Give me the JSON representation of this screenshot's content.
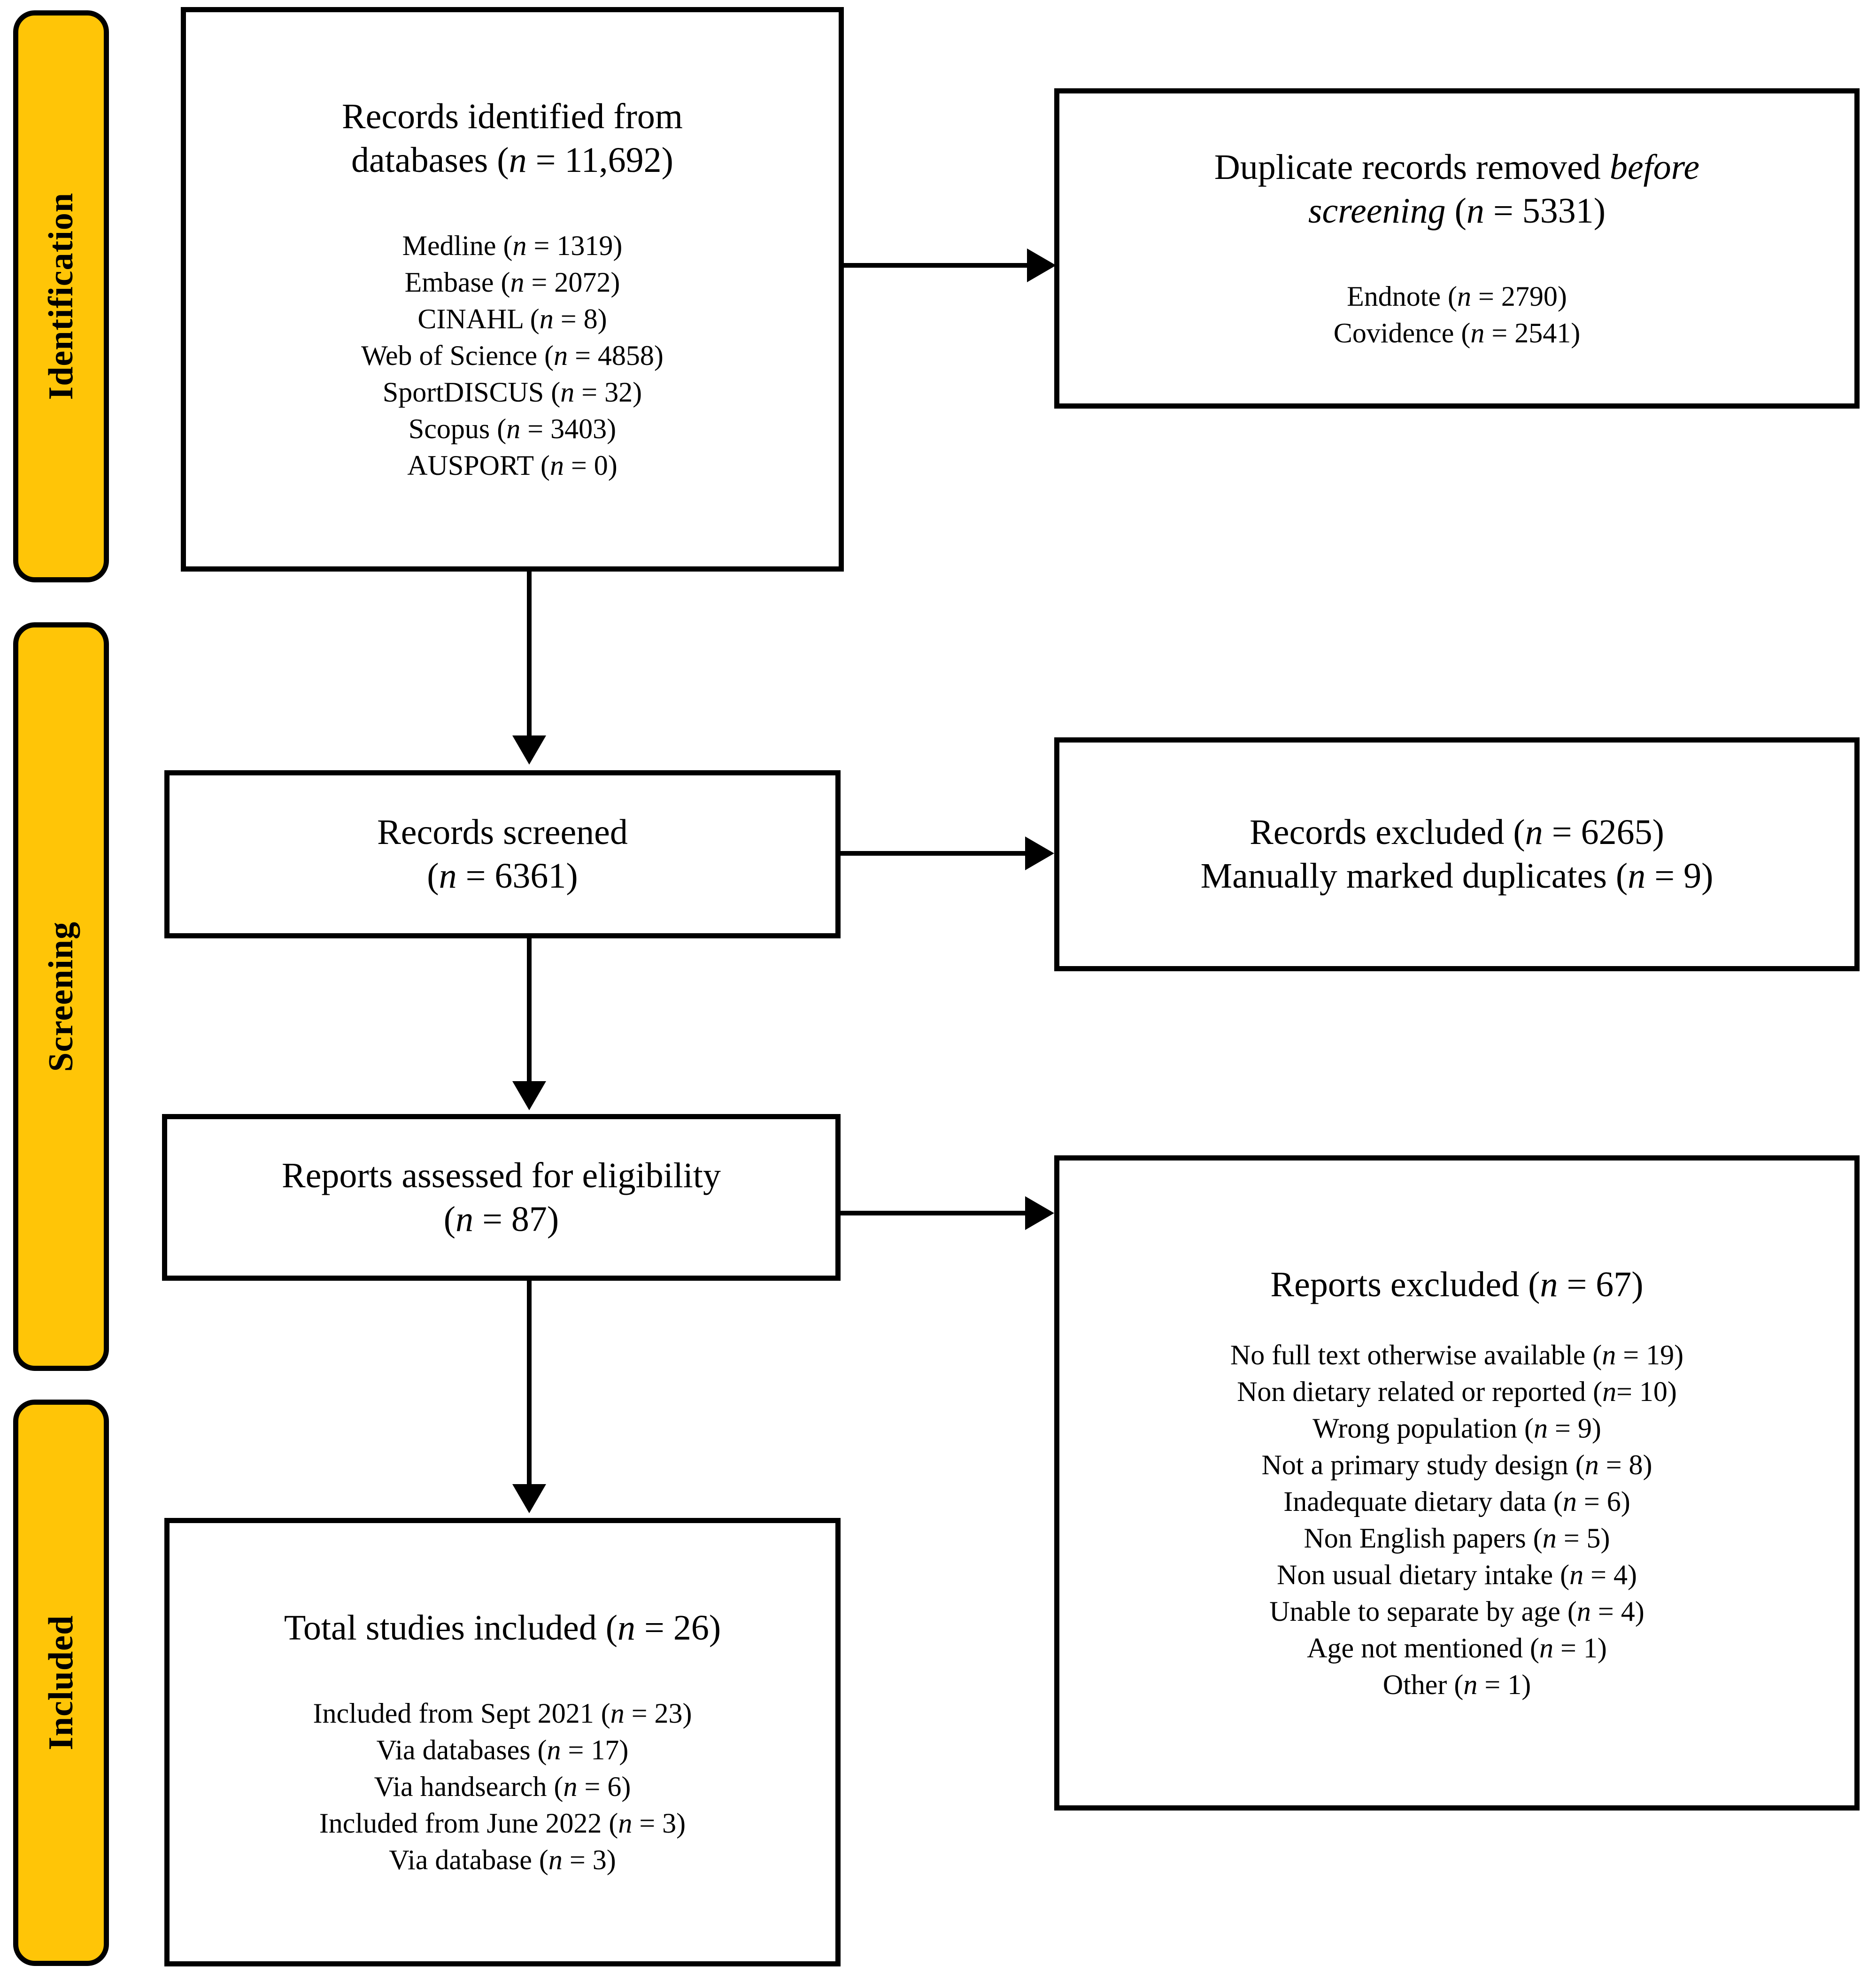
{
  "figure": {
    "type": "prisma-flow-diagram",
    "accent_color": "#FFC507",
    "line_color": "#000000",
    "background_color": "#FFFFFF"
  },
  "stages": [
    {
      "id": "identification",
      "label": "Identification"
    },
    {
      "id": "screening",
      "label": "Screening"
    },
    {
      "id": "included",
      "label": "Included"
    }
  ],
  "nodes": {
    "records_identified": {
      "headline_line1": "Records identified from",
      "headline_line2_pre": "databases (",
      "headline_line2_n": "n",
      "headline_line2_post": " = 11,692)",
      "sources": [
        "Medline (n = 1319)",
        "Embase (n = 2072)",
        "CINAHL (n = 8)",
        "Web of Science (n = 4858)",
        "SportDISCUS (n = 32)",
        "Scopus (n = 3403)",
        "AUSPORT (n = 0)"
      ]
    },
    "duplicates_removed": {
      "headline_line1_pre": "Duplicate records removed ",
      "headline_line1_em": "before",
      "headline_line2_em": "screening",
      "headline_line2_mid": " (",
      "headline_line2_n": "n",
      "headline_line2_post": " = 5331)",
      "tools": [
        "Endnote (n = 2790)",
        "Covidence (n = 2541)"
      ]
    },
    "records_screened": {
      "headline_line1": "Records screened",
      "headline_line2_pre": "(",
      "headline_line2_n": "n",
      "headline_line2_post": " = 6361)"
    },
    "records_excluded": {
      "lines": [
        "Records excluded (n = 6265)",
        "Manually marked duplicates (n = 9)"
      ]
    },
    "reports_assessed": {
      "headline_line1": "Reports assessed for eligibility",
      "headline_line2_pre": "(",
      "headline_line2_n": "n",
      "headline_line2_post": " = 87)"
    },
    "reports_excluded": {
      "headline_pre": "Reports excluded (",
      "headline_n": "n",
      "headline_post": " = 67)",
      "reasons": [
        "No full text otherwise available (n = 19)",
        "Non dietary related or reported (n= 10)",
        "Wrong population (n = 9)",
        "Not a primary study design (n = 8)",
        "Inadequate dietary data (n = 6)",
        "Non English papers (n = 5)",
        "Non usual dietary intake (n = 4)",
        "Unable to separate by age (n = 4)",
        "Age not mentioned (n = 1)",
        "Other (n = 1)"
      ]
    },
    "total_included": {
      "headline_pre": "Total studies included (",
      "headline_n": "n",
      "headline_post": " = 26)",
      "breakdown": [
        "Included from Sept 2021 (n = 23)",
        "Via databases (n = 17)",
        "Via handsearch (n = 6)",
        "Included from June 2022 (n = 3)",
        "Via database (n = 3)"
      ]
    }
  },
  "chart_data": {
    "type": "diagram",
    "title": "PRISMA 2020 flow diagram for study selection",
    "counts": {
      "records_identified_total": 11692,
      "records_identified_by_source": {
        "Medline": 1319,
        "Embase": 2072,
        "CINAHL": 8,
        "Web of Science": 4858,
        "SportDISCUS": 32,
        "Scopus": 3403,
        "AUSPORT": 0
      },
      "duplicates_removed_total": 5331,
      "duplicates_removed_by_tool": {
        "Endnote": 2790,
        "Covidence": 2541
      },
      "records_screened": 6361,
      "records_excluded": 6265,
      "manually_marked_duplicates": 9,
      "reports_assessed_for_eligibility": 87,
      "reports_excluded_total": 67,
      "reports_excluded_by_reason": {
        "No full text otherwise available": 19,
        "Non dietary related or reported": 10,
        "Wrong population": 9,
        "Not a primary study design": 8,
        "Inadequate dietary data": 6,
        "Non English papers": 5,
        "Non usual dietary intake": 4,
        "Unable to separate by age": 4,
        "Age not mentioned": 1,
        "Other": 1
      },
      "total_studies_included": 26,
      "included_sept_2021": 23,
      "included_sept_2021_via_databases": 17,
      "included_sept_2021_via_handsearch": 6,
      "included_june_2022": 3,
      "included_june_2022_via_database": 3
    }
  }
}
